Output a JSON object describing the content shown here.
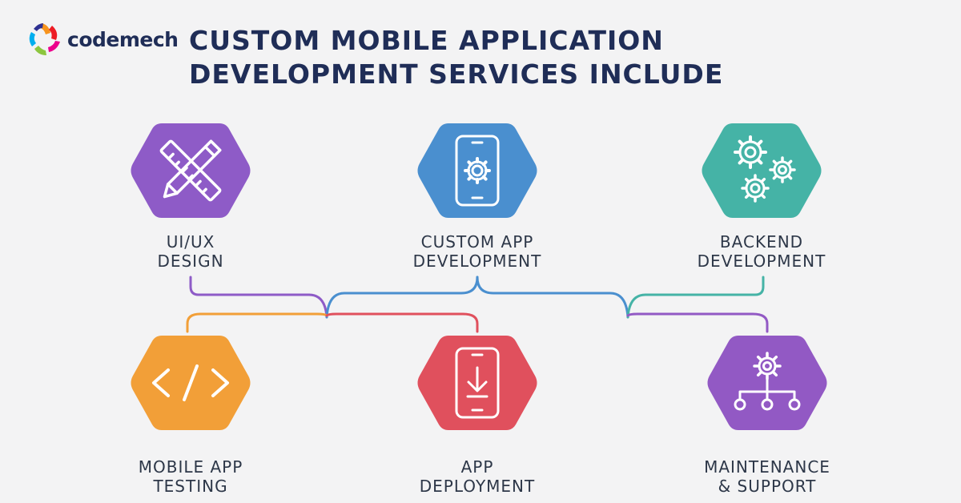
{
  "brand": {
    "name": "codemech"
  },
  "title": {
    "line1": "CUSTOM MOBILE APPLICATION",
    "line2": "DEVELOPMENT SERVICES INCLUDE"
  },
  "services": [
    {
      "id": "uiux",
      "line1": "UI/UX",
      "line2": "DESIGN",
      "color": "#8e5bc7",
      "icon": "ruler-pencil-icon"
    },
    {
      "id": "custom-app",
      "line1": "CUSTOM APP",
      "line2": "DEVELOPMENT",
      "color": "#4a8fcf",
      "icon": "phone-gear-icon"
    },
    {
      "id": "backend",
      "line1": "BACKEND",
      "line2": "DEVELOPMENT",
      "color": "#45b3a6",
      "icon": "gears-icon"
    },
    {
      "id": "testing",
      "line1": "MOBILE APP",
      "line2": "TESTING",
      "color": "#f29f38",
      "icon": "code-icon"
    },
    {
      "id": "deployment",
      "line1": "APP",
      "line2": "DEPLOYMENT",
      "color": "#e0505d",
      "icon": "phone-download-icon"
    },
    {
      "id": "maintenance",
      "line1": "MAINTENANCE",
      "line2": "& SUPPORT",
      "color": "#9259c4",
      "icon": "gear-network-icon"
    }
  ],
  "connector_colors": {
    "purple": "#8e5bc7",
    "blue": "#4a8fcf",
    "teal": "#45b3a6",
    "orange": "#f29f38",
    "red": "#e0505d"
  }
}
